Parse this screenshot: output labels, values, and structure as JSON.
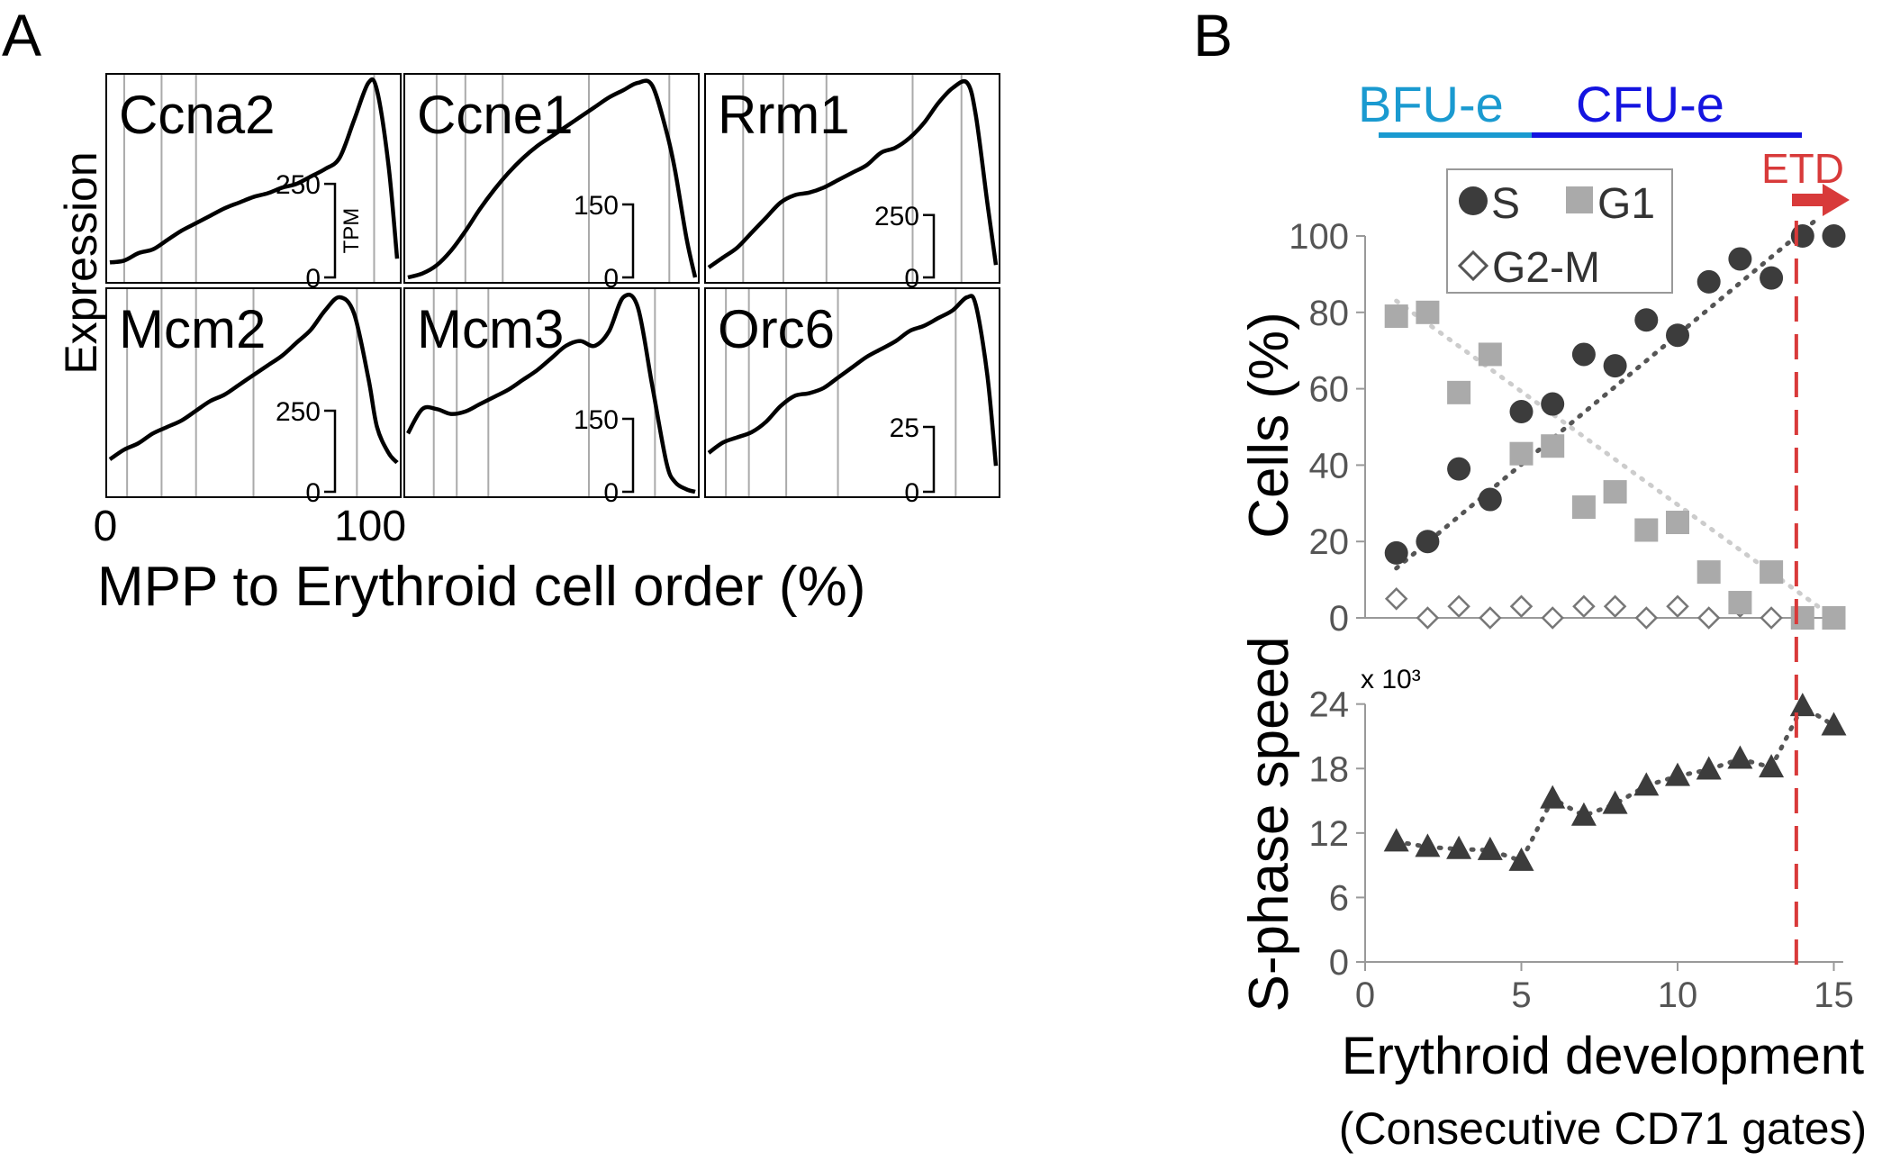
{
  "panel_a": {
    "letter": "A",
    "ylabel": "Expression",
    "xlabel": "MPP to Erythroid cell order (%)",
    "x_ticks": [
      "0",
      "100"
    ],
    "tpm_label": "TPM",
    "colors": {
      "line": "#000000",
      "grid": "#aaaaaa"
    }
  },
  "panel_b": {
    "letter": "B",
    "stages": [
      {
        "label": "BFU-e",
        "color": "#1a9ad0"
      },
      {
        "label": "CFU-e",
        "color": "#1414e0"
      },
      {
        "label": "ETD",
        "color": "#d83a3a"
      }
    ],
    "legend": [
      "S",
      "G1",
      "G2-M"
    ],
    "top_ylabel": "Cells (%)",
    "bottom_ylabel": "S-phase speed",
    "multiplier": "x 10³",
    "xlabel": "Erythroid development",
    "xlabel2": "(Consecutive CD71 gates)",
    "colors": {
      "S": "#3c3c3c",
      "G1": "#aaaaaa",
      "G2M": "#7a7a7a",
      "speed": "#3c3c3c",
      "etd": "#d83a3a",
      "axis": "#999999"
    }
  },
  "chart_data": [
    {
      "type": "line",
      "title": "",
      "xlabel": "MPP to Erythroid cell order (%)",
      "ylabel": "Expression",
      "unit": "TPM",
      "xlim": [
        0,
        100
      ],
      "grid": true,
      "panels": [
        {
          "name": "Ccna2",
          "scale_ticks": [
            "250",
            "0"
          ],
          "scale_value": 250,
          "x": [
            0,
            5,
            10,
            15,
            20,
            25,
            30,
            35,
            40,
            45,
            50,
            55,
            60,
            65,
            70,
            75,
            80,
            85,
            90,
            93,
            97,
            100
          ],
          "y": [
            40,
            45,
            65,
            75,
            100,
            125,
            145,
            165,
            185,
            200,
            215,
            225,
            240,
            250,
            270,
            290,
            320,
            420,
            520,
            500,
            300,
            50
          ],
          "vlines": [
            5,
            18,
            30,
            92
          ]
        },
        {
          "name": "Ccne1",
          "scale_ticks": [
            "150",
            "0"
          ],
          "scale_value": 150,
          "x": [
            0,
            5,
            10,
            15,
            20,
            25,
            30,
            35,
            40,
            45,
            50,
            55,
            60,
            65,
            70,
            75,
            80,
            85,
            90,
            93,
            97,
            100
          ],
          "y": [
            0,
            8,
            25,
            55,
            95,
            140,
            180,
            215,
            245,
            270,
            290,
            310,
            330,
            350,
            370,
            385,
            400,
            395,
            300,
            220,
            80,
            0
          ],
          "vlines": [
            10,
            20,
            33,
            63,
            91
          ]
        },
        {
          "name": "Rrm1",
          "scale_ticks": [
            "250",
            "0"
          ],
          "scale_value": 250,
          "x": [
            0,
            5,
            10,
            15,
            20,
            25,
            30,
            35,
            40,
            45,
            50,
            55,
            60,
            65,
            70,
            75,
            80,
            85,
            90,
            93,
            97,
            100
          ],
          "y": [
            40,
            80,
            120,
            180,
            240,
            300,
            330,
            340,
            360,
            390,
            420,
            450,
            500,
            520,
            560,
            620,
            700,
            760,
            780,
            650,
            300,
            50
          ],
          "vlines": [
            12,
            26,
            41,
            71,
            88
          ]
        },
        {
          "name": "Mcm2",
          "scale_ticks": [
            "250",
            "0"
          ],
          "scale_value": 250,
          "x": [
            0,
            5,
            10,
            15,
            20,
            25,
            30,
            35,
            40,
            45,
            50,
            55,
            60,
            65,
            70,
            75,
            80,
            85,
            90,
            93,
            97,
            100
          ],
          "y": [
            100,
            130,
            150,
            180,
            200,
            220,
            250,
            280,
            300,
            330,
            360,
            390,
            420,
            460,
            500,
            560,
            600,
            550,
            350,
            200,
            120,
            90
          ],
          "vlines": [
            6,
            18,
            30,
            50,
            86
          ]
        },
        {
          "name": "Mcm3",
          "scale_ticks": [
            "150",
            "0"
          ],
          "scale_value": 150,
          "x": [
            0,
            5,
            10,
            15,
            20,
            25,
            30,
            35,
            40,
            45,
            50,
            55,
            60,
            65,
            70,
            75,
            80,
            85,
            90,
            93,
            97,
            100
          ],
          "y": [
            120,
            170,
            170,
            160,
            165,
            180,
            195,
            210,
            230,
            250,
            275,
            300,
            310,
            300,
            330,
            400,
            380,
            220,
            60,
            20,
            5,
            0
          ],
          "vlines": [
            9,
            17,
            28,
            63,
            86
          ]
        },
        {
          "name": "Orc6",
          "scale_ticks": [
            "25",
            "0"
          ],
          "scale_value": 25,
          "x": [
            0,
            5,
            10,
            15,
            20,
            25,
            30,
            35,
            40,
            45,
            50,
            55,
            60,
            65,
            70,
            75,
            80,
            85,
            90,
            93,
            97,
            100
          ],
          "y": [
            15,
            19,
            21,
            23,
            27,
            33,
            37,
            38,
            40,
            44,
            48,
            52,
            55,
            58,
            62,
            64,
            67,
            70,
            75,
            72,
            45,
            10
          ],
          "vlines": [
            6,
            14,
            27,
            45,
            86
          ]
        }
      ]
    },
    {
      "type": "scatter",
      "title": "",
      "xlabel": "Erythroid development (Consecutive CD71 gates)",
      "ylabel": "Cells (%)",
      "xlim": [
        0,
        15
      ],
      "ylim": [
        0,
        100
      ],
      "x_ticks": [
        0,
        5,
        10,
        15
      ],
      "y_ticks": [
        0,
        20,
        40,
        60,
        80,
        100
      ],
      "trend_lines": true,
      "legend_position": "top",
      "etd_x": 13.8,
      "series": [
        {
          "name": "S",
          "marker": "circle",
          "x": [
            1,
            2,
            3,
            4,
            5,
            6,
            7,
            8,
            9,
            10,
            11,
            12,
            13,
            14,
            15
          ],
          "y": [
            17,
            20,
            39,
            31,
            54,
            56,
            69,
            66,
            78,
            74,
            88,
            94,
            89,
            100,
            100
          ]
        },
        {
          "name": "G1",
          "marker": "square",
          "x": [
            1,
            2,
            3,
            4,
            5,
            6,
            7,
            8,
            9,
            10,
            11,
            12,
            13,
            14,
            15
          ],
          "y": [
            79,
            80,
            59,
            69,
            43,
            45,
            29,
            33,
            23,
            25,
            12,
            4,
            12,
            0,
            0
          ]
        },
        {
          "name": "G2-M",
          "marker": "diamond-open",
          "x": [
            1,
            2,
            3,
            4,
            5,
            6,
            7,
            8,
            9,
            10,
            11,
            12,
            13,
            14,
            15
          ],
          "y": [
            5,
            0,
            3,
            0,
            3,
            0,
            3,
            3,
            0,
            3,
            0,
            3,
            0,
            0,
            0
          ]
        }
      ]
    },
    {
      "type": "line",
      "title": "",
      "xlabel": "Erythroid development (Consecutive CD71 gates)",
      "ylabel": "S-phase speed",
      "unit_multiplier": "x 10³",
      "xlim": [
        0,
        15
      ],
      "ylim": [
        0,
        24
      ],
      "x_ticks": [
        0,
        5,
        10,
        15
      ],
      "y_ticks": [
        0,
        6,
        12,
        18,
        24
      ],
      "etd_x": 13.8,
      "series": [
        {
          "name": "S-phase speed",
          "marker": "triangle",
          "x": [
            1,
            2,
            3,
            4,
            5,
            6,
            7,
            8,
            9,
            10,
            11,
            12,
            13,
            14,
            15
          ],
          "y": [
            11.2,
            10.7,
            10.5,
            10.4,
            9.4,
            15.2,
            13.6,
            14.7,
            16.4,
            17.3,
            17.9,
            18.9,
            18.1,
            23.8,
            22.0
          ]
        }
      ]
    }
  ]
}
